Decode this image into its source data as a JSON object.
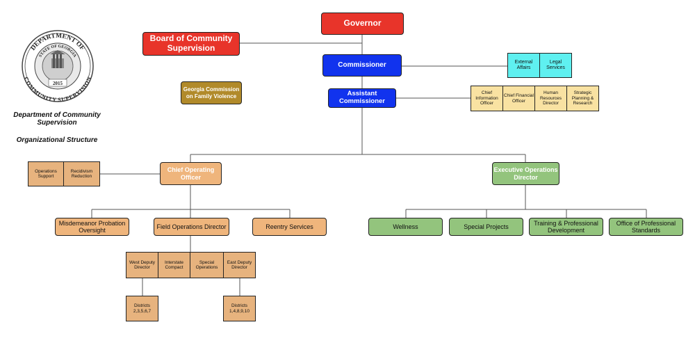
{
  "sidebar": {
    "title": "Department of Community Supervision",
    "subtitle": "Organizational Structure",
    "seal_top_text": "DEPARTMENT OF",
    "seal_bottom_text": "COMMUNITY SUPERVISION",
    "seal_inner_text": "STATE OF GEORGIA",
    "seal_year": "2015"
  },
  "chart": {
    "governor": "Governor",
    "board": "Board of Community Supervision",
    "commissioner": "Commissioner",
    "assistant_commissioner": "Assistant Commissioner",
    "family_violence": "Georgia Commission on Family Violence",
    "commissioner_staff": [
      "External Affairs",
      "Legal Services"
    ],
    "assistant_staff": [
      "Chief Information Officer",
      "Chief Financial Officer",
      "Human Resources Director",
      "Strategic Planning & Research"
    ],
    "coo": "Chief Operating Officer",
    "coo_staff": [
      "Operations Support",
      "Recidivism Reduction"
    ],
    "coo_units": [
      "Misdemeanor Probation Oversight",
      "Field Operations Director",
      "Reentry Services"
    ],
    "field_units": [
      "West Deputy Director",
      "Interstate Compact",
      "Special Operations",
      "East Deputy Director"
    ],
    "west_districts": "Districts 2,3,5,6,7",
    "east_districts": "Districts 1,4,8,9,10",
    "eod": "Executive Operations Director",
    "eod_units": [
      "Wellness",
      "Special Projects",
      "Training & Professional Development",
      "Office of Professional Standards"
    ]
  },
  "colors": {
    "red": "#e8342a",
    "blue": "#1133ee",
    "gold": "#b18a2a",
    "orange": "#efb57c",
    "green": "#93c47d",
    "cyan": "#5ff0f0",
    "yellow": "#f9e2a2"
  },
  "icons": {
    "seal": "georgia-dcs-seal-icon"
  }
}
